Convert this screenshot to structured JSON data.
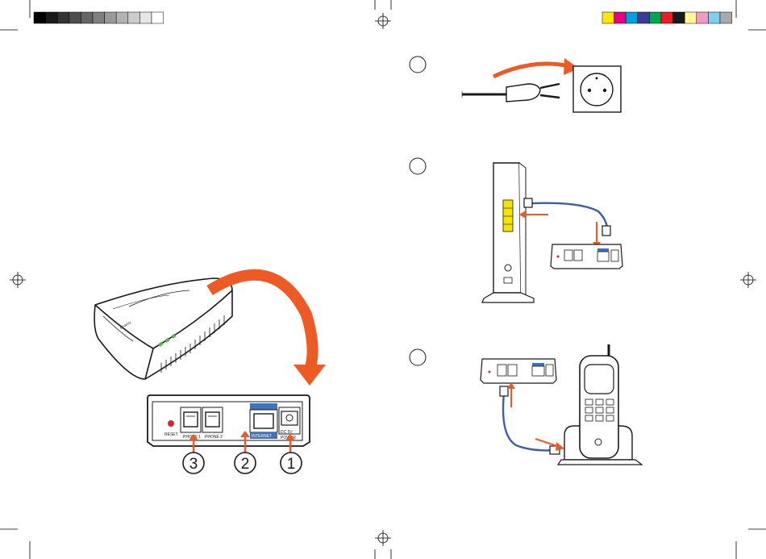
{
  "colors": {
    "accent_orange": "#ee5a24",
    "internet_blue": "#3f72b8",
    "cable_blue": "#3d5ea8",
    "reset_red": "#d6262e",
    "led_green": "#4fb848",
    "yellow_ports": "#f5e400",
    "grayscale_bar": [
      "#000000",
      "#1a1a1a",
      "#333333",
      "#4d4d4d",
      "#666666",
      "#808080",
      "#999999",
      "#b3b3b3",
      "#cccccc",
      "#e6e6e6",
      "#ffffff"
    ],
    "color_bar": [
      "#ffe600",
      "#e6007e",
      "#00a0e3",
      "#3b3b9a",
      "#00a651",
      "#ed1c24",
      "#1a1a1a",
      "#fff799",
      "#f49ac1",
      "#7fcfee",
      "#a7a9ac"
    ]
  },
  "back_panel": {
    "reset_label": "RESET",
    "phone1_label": "PHONE 1",
    "phone2_label": "PHONE 2",
    "internet_label": "INTERNET",
    "power_voltage": "DC 5V",
    "power_label": "POWER"
  },
  "callouts": {
    "n1": "1",
    "n2": "2",
    "n3": "3"
  },
  "device_brand": "BEWAN",
  "step_circles": [
    "",
    "",
    ""
  ]
}
